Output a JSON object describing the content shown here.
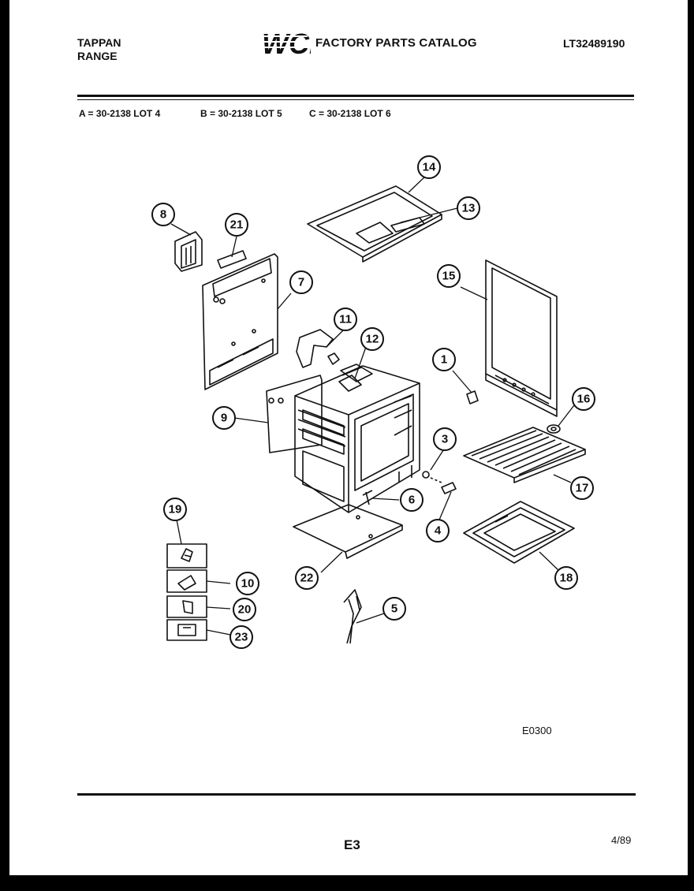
{
  "header": {
    "brand_line1": "TAPPAN",
    "brand_line2": "RANGE",
    "logo_text": "WCI",
    "catalog_title": "FACTORY PARTS CATALOG",
    "catalog_number": "LT32489190"
  },
  "lots": {
    "a": "A = 30-2138 LOT 4",
    "b": "B = 30-2138 LOT 5",
    "c": "C = 30-2138 LOT 6"
  },
  "callouts": [
    "8",
    "21",
    "14",
    "13",
    "7",
    "15",
    "11",
    "12",
    "1",
    "16",
    "9",
    "3",
    "17",
    "6",
    "19",
    "4",
    "10",
    "22",
    "18",
    "20",
    "5",
    "23"
  ],
  "diagram_code": "E0300",
  "footer": {
    "page_id": "E3",
    "date": "4/89"
  }
}
